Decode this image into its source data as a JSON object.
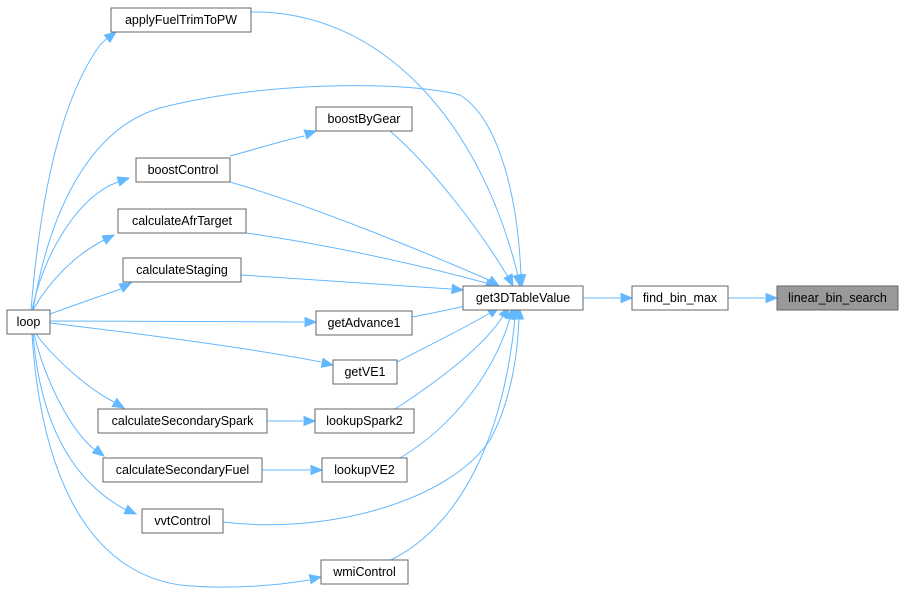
{
  "graph": {
    "colors": {
      "edge": "#63b8ff",
      "node_border": "#666666",
      "highlight_fill": "#999999"
    },
    "nodes": {
      "linear_bin_search": "linear_bin_search",
      "find_bin_max": "find_bin_max",
      "get3DTableValue": "get3DTableValue",
      "applyFuelTrimToPW": "applyFuelTrimToPW",
      "boostByGear": "boostByGear",
      "boostControl": "boostControl",
      "calculateAfrTarget": "calculateAfrTarget",
      "calculateStaging": "calculateStaging",
      "getAdvance1": "getAdvance1",
      "getVE1": "getVE1",
      "lookupSpark2": "lookupSpark2",
      "calculateSecondarySpark": "calculateSecondarySpark",
      "lookupVE2": "lookupVE2",
      "calculateSecondaryFuel": "calculateSecondaryFuel",
      "vvtControl": "vvtControl",
      "wmiControl": "wmiControl",
      "loop": "loop"
    },
    "edges": [
      [
        "find_bin_max",
        "linear_bin_search"
      ],
      [
        "get3DTableValue",
        "find_bin_max"
      ],
      [
        "applyFuelTrimToPW",
        "get3DTableValue"
      ],
      [
        "loop",
        "get3DTableValue"
      ],
      [
        "boostByGear",
        "get3DTableValue"
      ],
      [
        "boostControl",
        "get3DTableValue"
      ],
      [
        "calculateAfrTarget",
        "get3DTableValue"
      ],
      [
        "calculateStaging",
        "get3DTableValue"
      ],
      [
        "getAdvance1",
        "get3DTableValue"
      ],
      [
        "getVE1",
        "get3DTableValue"
      ],
      [
        "lookupSpark2",
        "get3DTableValue"
      ],
      [
        "lookupVE2",
        "get3DTableValue"
      ],
      [
        "vvtControl",
        "get3DTableValue"
      ],
      [
        "wmiControl",
        "get3DTableValue"
      ],
      [
        "boostControl",
        "boostByGear"
      ],
      [
        "loop",
        "applyFuelTrimToPW"
      ],
      [
        "loop",
        "boostControl"
      ],
      [
        "loop",
        "calculateAfrTarget"
      ],
      [
        "loop",
        "calculateStaging"
      ],
      [
        "loop",
        "getAdvance1"
      ],
      [
        "loop",
        "getVE1"
      ],
      [
        "loop",
        "calculateSecondarySpark"
      ],
      [
        "loop",
        "calculateSecondaryFuel"
      ],
      [
        "loop",
        "vvtControl"
      ],
      [
        "loop",
        "wmiControl"
      ],
      [
        "calculateSecondarySpark",
        "lookupSpark2"
      ],
      [
        "calculateSecondaryFuel",
        "lookupVE2"
      ]
    ]
  }
}
